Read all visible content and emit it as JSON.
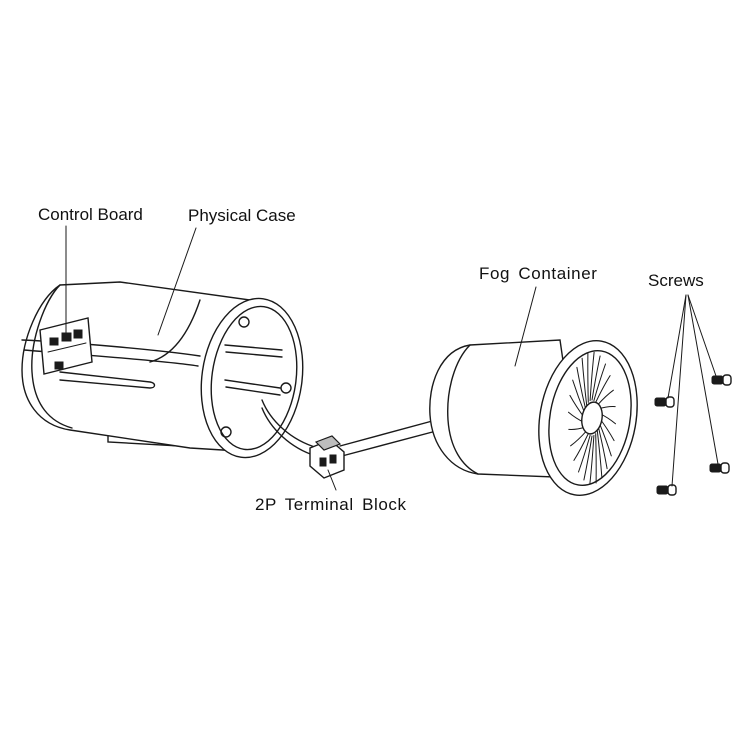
{
  "labels": {
    "control_board": "Control Board",
    "physical_case": "Physical Case",
    "fog_container": "Fog Container",
    "screws": "Screws",
    "terminal_block": "2P Terminal Block"
  },
  "colors": {
    "line": "#1a1a1a",
    "background": "#ffffff",
    "shade": "#bdbdbd"
  }
}
